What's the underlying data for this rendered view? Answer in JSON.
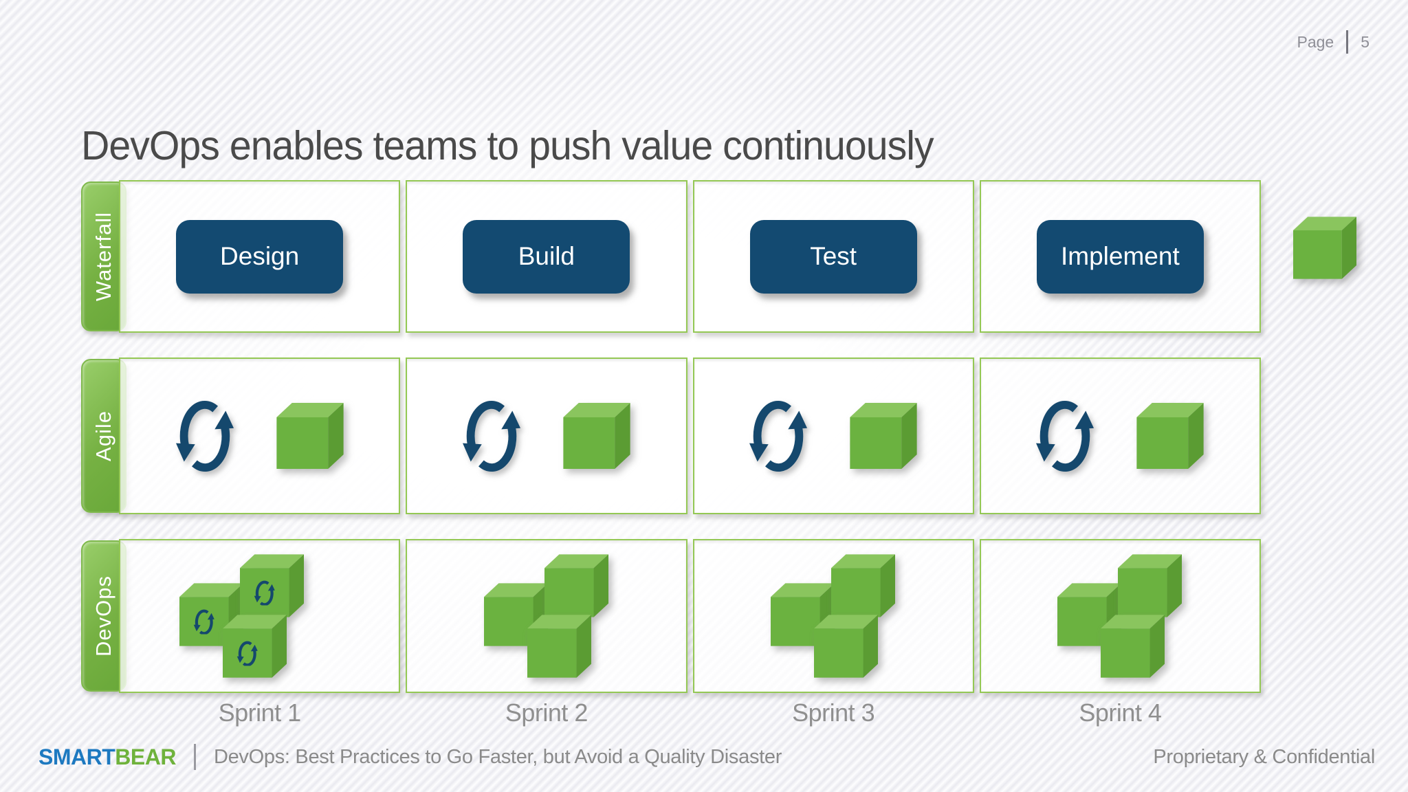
{
  "page": {
    "label": "Page",
    "number": "5"
  },
  "title": "DevOps enables teams to push value continuously",
  "rows": {
    "waterfall": {
      "label": "Waterfall",
      "stages": [
        "Design",
        "Build",
        "Test",
        "Implement"
      ]
    },
    "agile": {
      "label": "Agile"
    },
    "devops": {
      "label": "DevOps"
    }
  },
  "sprints": [
    "Sprint 1",
    "Sprint 2",
    "Sprint 3",
    "Sprint 4"
  ],
  "footer": {
    "logo": {
      "smart": "SMART",
      "bear": "BEAR"
    },
    "tagline": "DevOps: Best Practices to Go Faster, but Avoid a Quality Disaster",
    "rights": "Proprietary & Confidential"
  },
  "icons": {
    "sync": "circular-arrows-iteration-cycle",
    "cube": "green-3d-cube",
    "cube_sync": "green-3d-cube-with-iteration-cycle"
  },
  "colors": {
    "navy": "#134a71",
    "green_tab": "#76b143",
    "green_border": "#94c854",
    "cube_top": "#8ac55e",
    "cube_front": "#6bb240",
    "cube_side": "#5b9c33",
    "logo_blue": "#1d79c0",
    "logo_green": "#6fb23c",
    "title_gray": "#4a4a4a",
    "text_gray": "#8a8a8a"
  }
}
